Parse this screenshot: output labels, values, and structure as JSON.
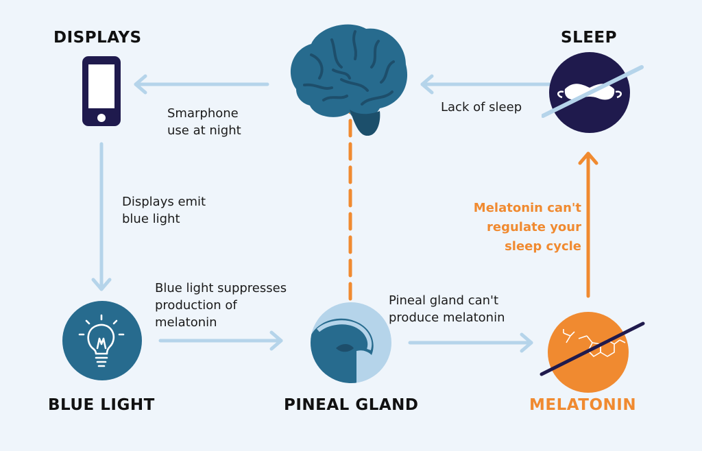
{
  "nodes": {
    "displays": {
      "title": "DISPLAYS"
    },
    "sleep": {
      "title": "SLEEP"
    },
    "blue_light": {
      "title": "BLUE LIGHT"
    },
    "pineal_gland": {
      "title": "PINEAL GLAND"
    },
    "melatonin": {
      "title": "MELATONIN"
    }
  },
  "labels": {
    "smartphone": [
      "Smarphone",
      "use at night"
    ],
    "lack_sleep": "Lack of sleep",
    "displays_emit": [
      "Displays  emit",
      "blue light"
    ],
    "suppresses": [
      "Blue light suppresses",
      "production of",
      "melatonin"
    ],
    "pineal_cant": [
      "Pineal gland can't",
      "produce melatonin"
    ],
    "melatonin_cant": [
      "Melatonin can't",
      "regulate your",
      "sleep cycle"
    ]
  },
  "colors": {
    "background": "#eff5fb",
    "navy": "#1f1a4d",
    "teal": "#276b8e",
    "light_blue_arrow": "#b5d4ea",
    "orange": "#f08a30"
  },
  "icons": {
    "brain": "brain-icon",
    "phone": "smartphone-icon",
    "sleep": "sleep-mask-icon",
    "bulb": "lightbulb-icon",
    "pineal": "pineal-gland-head-icon",
    "melatonin": "melatonin-molecule-icon"
  }
}
